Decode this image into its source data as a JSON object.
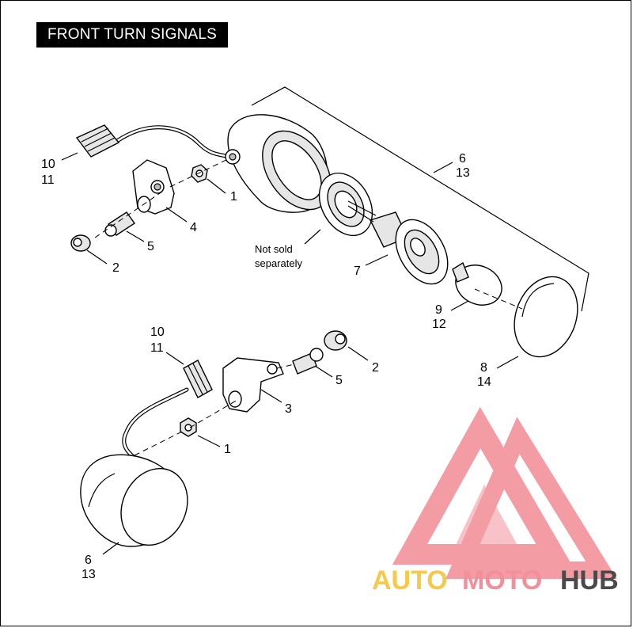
{
  "title": "FRONT TURN SIGNALS",
  "callouts": {
    "upper": {
      "c1": "1",
      "c2": "2",
      "c4": "4",
      "c5": "5",
      "c6": "6",
      "c13": "13",
      "c7": "7",
      "c9": "9",
      "c12": "12",
      "c8": "8",
      "c14": "14",
      "c10": "10",
      "c11": "11"
    },
    "lower": {
      "c10": "10",
      "c11": "11",
      "c2": "2",
      "c5": "5",
      "c3": "3",
      "c1": "1",
      "c6": "6",
      "c13": "13"
    }
  },
  "note": {
    "line1": "Not sold",
    "line2": "separately"
  },
  "watermark": {
    "part1": "AUTO",
    "part2": "MOTO",
    "part3": "HUB",
    "colors": {
      "yellow": "#f7c948",
      "pink": "#f0909a",
      "gray": "#4a4a4a",
      "logo": "#f07c86"
    }
  }
}
